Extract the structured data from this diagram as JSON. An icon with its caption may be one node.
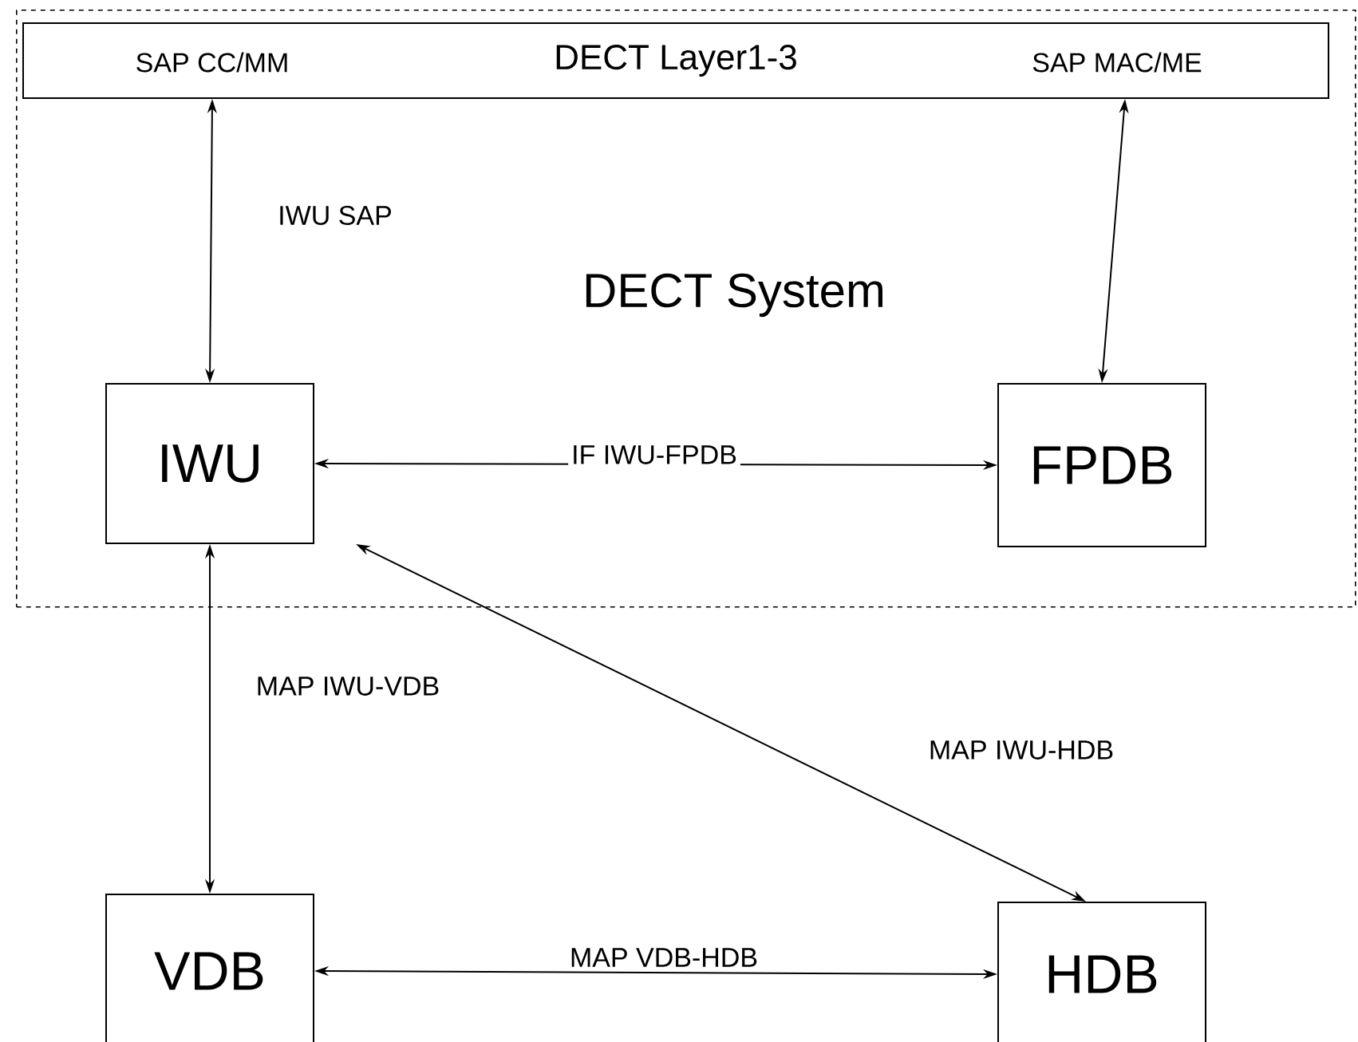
{
  "diagram": {
    "nodes": [
      {
        "text": [
          "DECT System"
        ]
      },
      {
        "text": [
          "SAP CC/MM",
          "DECT Layer1-3",
          "SAP MAC/ME"
        ],
        "in": 0
      },
      {
        "text": [
          "IWU"
        ],
        "in": 0
      },
      {
        "text": [
          "FPDB"
        ],
        "in": 0
      },
      {
        "text": [
          "VDB"
        ]
      },
      {
        "text": [
          "HDB"
        ]
      }
    ],
    "edges": [
      {
        "from": 1,
        "to": 2,
        "arrow": "both",
        "label": "IWU SAP"
      },
      {
        "from": 1,
        "to": 3,
        "arrow": "both"
      },
      {
        "from": 2,
        "to": 3,
        "arrow": "both",
        "label": "IF IWU-FPDB"
      },
      {
        "from": 2,
        "to": 5,
        "arrow": "both",
        "label": "MAP IWU-HDB"
      },
      {
        "from": 2,
        "to": 4,
        "arrow": "both",
        "label": "MAP IWU-VDB"
      },
      {
        "from": 4,
        "to": 5,
        "arrow": "both",
        "label": "MAP VDB-HDB"
      }
    ]
  }
}
